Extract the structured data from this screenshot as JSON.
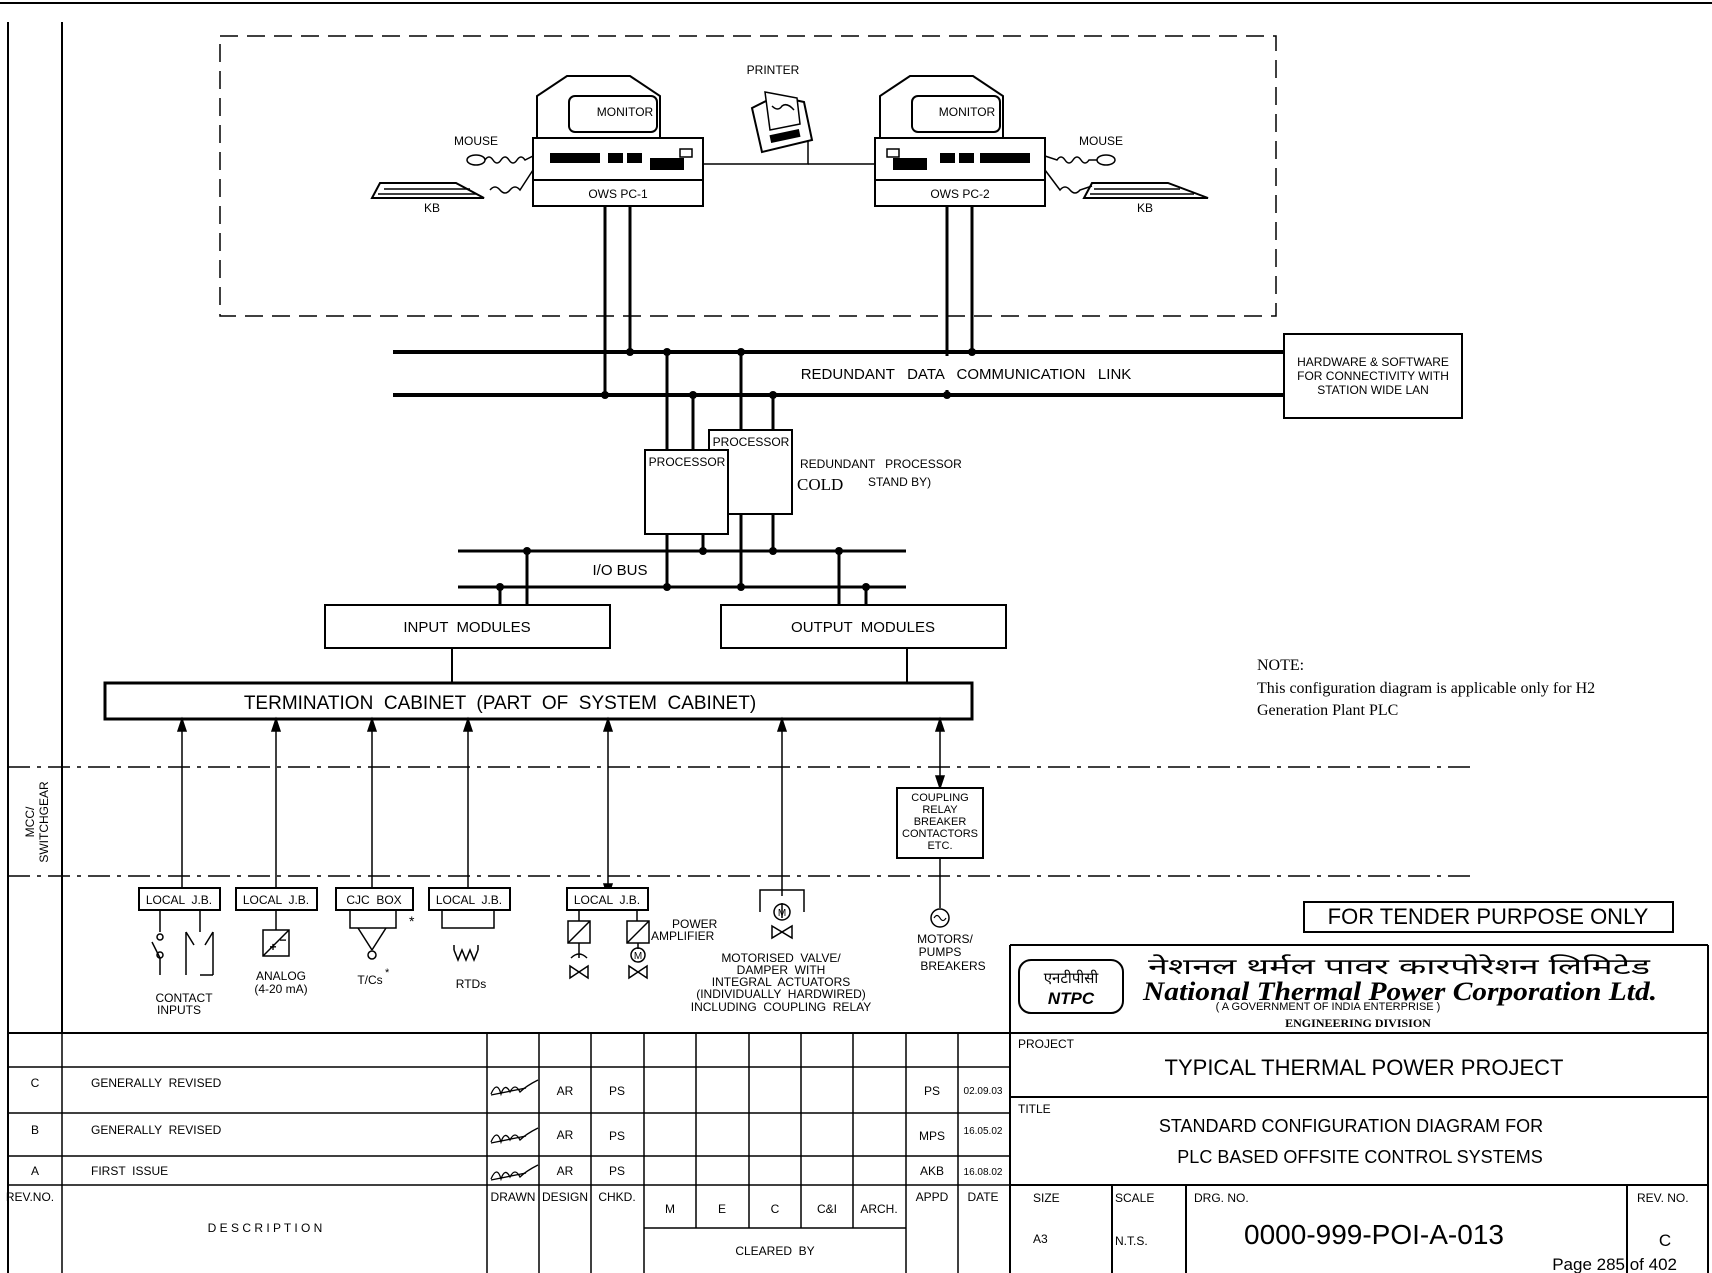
{
  "sheet": {
    "side_label_line1": "MCC/",
    "side_label_line2": "SWITCHGEAR",
    "tender_stamp": "FOR TENDER PURPOSE ONLY",
    "page_number": "Page 285 of 402"
  },
  "diagram": {
    "monitor_1": "MONITOR",
    "monitor_2": "MONITOR",
    "printer": "PRINTER",
    "mouse_1": "MOUSE",
    "mouse_2": "MOUSE",
    "kb_1": "KB",
    "kb_2": "KB",
    "ows_pc_1": "OWS PC-1",
    "ows_pc_2": "OWS PC-2",
    "data_link": "REDUNDANT   DATA   COMMUNICATION   LINK",
    "lan_box": [
      "HARDWARE & SOFTWARE",
      "FOR CONNECTIVITY  WITH",
      "STATION WIDE LAN"
    ],
    "processor_1": "PROCESSOR",
    "processor_2": "PROCESSOR",
    "redundant_processor": "REDUNDANT   PROCESSOR",
    "cold": "COLD",
    "stand_by": "STAND BY)",
    "io_bus": "I/O BUS",
    "input_modules": "INPUT  MODULES",
    "output_modules": "OUTPUT  MODULES",
    "termination_cabinet": "TERMINATION  CABINET  (PART  OF  SYSTEM  CABINET)",
    "coupling_box": [
      "COUPLING",
      "RELAY",
      "BREAKER",
      "CONTACTORS",
      "ETC."
    ],
    "jb_labels": [
      "LOCAL  J.B.",
      "LOCAL  J.B.",
      "CJC  BOX",
      "LOCAL  J.B.",
      "LOCAL  J.B."
    ],
    "field_contact": [
      "CONTACT",
      "INPUTS"
    ],
    "field_analog": [
      "ANALOG",
      "(4-20 mA)"
    ],
    "field_tc": "T/Cs",
    "asterisk": "*",
    "field_rtd": "RTDs",
    "power_amplifier": [
      "POWER",
      "AMPLIFIER"
    ],
    "motorised": [
      "MOTORISED  VALVE/",
      "DAMPER  WITH",
      "INTEGRAL  ACTUATORS",
      "(INDIVIDUALLY  HARDWIRED)",
      "INCLUDING  COUPLING  RELAY"
    ],
    "motors": [
      "MOTORS/",
      "PUMPS",
      "BREAKERS"
    ],
    "note_title": "NOTE:",
    "note_lines": [
      "This configuration diagram is applicable only for H2",
      "Generation Plant PLC"
    ]
  },
  "title_block": {
    "logo_hindi": "एनटीपीसी",
    "logo_latin": "NTPC",
    "company_hindi": "नेशनल थर्मल पावर कारपोरेशन लिमिटेड",
    "company_english": "National Thermal Power Corporation Ltd.",
    "government": "( A GOVERNMENT OF INDIA ENTERPRISE )",
    "division": "ENGINEERING DIVISION",
    "project_label": "PROJECT",
    "project": "TYPICAL THERMAL POWER PROJECT",
    "title_label": "TITLE",
    "title_line1": "STANDARD CONFIGURATION DIAGRAM FOR",
    "title_line2": "PLC BASED OFFSITE CONTROL SYSTEMS",
    "size_label": "SIZE",
    "size": "A3",
    "scale_label": "SCALE",
    "scale": "N.T.S.",
    "drg_label": "DRG. NO.",
    "drg_no": "0000-999-POI-A-013",
    "rev_label": "REV. NO.",
    "rev": "C"
  },
  "revision_table": {
    "headers": {
      "rev_no": "REV.NO.",
      "description": "D E S C R I P T I O N",
      "drawn": "DRAWN",
      "design": "DESIGN",
      "chkd": "CHKD.",
      "m": "M",
      "e": "E",
      "c": "C",
      "ci": "C&I",
      "arch": "ARCH.",
      "cleared_by": "CLEARED  BY",
      "appd": "APPD",
      "date": "DATE"
    },
    "rows": [
      {
        "rev": "C",
        "description": "GENERALLY  REVISED",
        "design": "AR",
        "chkd": "PS",
        "appd": "PS",
        "date": "02.09.03"
      },
      {
        "rev": "B",
        "description": "GENERALLY  REVISED",
        "design": "AR",
        "chkd": "PS",
        "appd": "MPS",
        "date": "16.05.02"
      },
      {
        "rev": "A",
        "description": "FIRST  ISSUE",
        "design": "AR",
        "chkd": "PS",
        "appd": "AKB",
        "date": "16.08.02"
      }
    ]
  }
}
